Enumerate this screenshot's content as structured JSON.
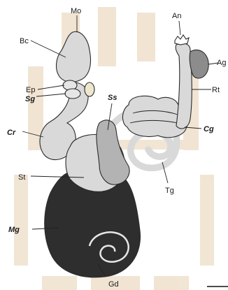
{
  "figure": {
    "labels": {
      "mo": "Mo",
      "bc": "Bc",
      "ep": "Ep",
      "sg": "Sg",
      "cr": "Cr",
      "ss": "Ss",
      "st": "St",
      "mg": "Mg",
      "gd": "Gd",
      "an": "An",
      "ag": "Ag",
      "rt": "Rt",
      "cg": "Cg",
      "tg": "Tg"
    },
    "colors": {
      "light_organ": "#d9d9d9",
      "mid_organ": "#b3b3b3",
      "dark_organ": "#2e2e2e",
      "anal_gland": "#8c8c8c",
      "watermark": "#e8d3b8"
    }
  }
}
